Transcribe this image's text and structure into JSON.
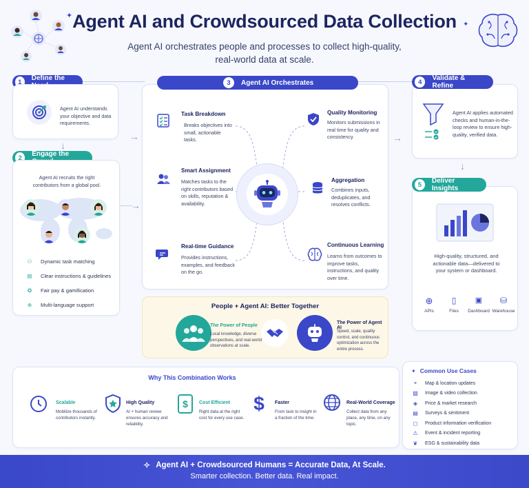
{
  "header": {
    "title": "Agent AI and Crowdsourced Data Collection",
    "subtitle_line1": "Agent AI orchestrates people and processes to collect high-quality,",
    "subtitle_line2": "real-world data at scale."
  },
  "steps": {
    "define": {
      "num": "1",
      "label": "Define the Need",
      "text": "Agent AI understands your objective and data requirements."
    },
    "engage": {
      "num": "2",
      "label": "Engage the Crowd",
      "text": "Agent AI recruits the right contributors from a global pool.",
      "features": [
        "Dynamic task matching",
        "Clear instructions & guidelines",
        "Fair pay & gamification",
        "Multi-language support"
      ]
    },
    "orchestrate": {
      "num": "3",
      "label": "Agent AI Orchestrates",
      "left": [
        {
          "title": "Task Breakdown",
          "text": "Breaks objectives into small, actionable tasks."
        },
        {
          "title": "Smart Assignment",
          "text": "Matches tasks to the right contributors based on skills, reputation & availability."
        },
        {
          "title": "Real-time Guidance",
          "text": "Provides instructions, examples, and feedback on the go."
        }
      ],
      "right": [
        {
          "title": "Quality Monitoring",
          "text": "Monitors submissions in real time for quality and consistency."
        },
        {
          "title": "Aggregation",
          "text": "Combines inputs, deduplicates, and resolves conflicts."
        },
        {
          "title": "Continuous Learning",
          "text": "Learns from outcomes to improve tasks, instructions, and quality over time."
        }
      ]
    },
    "validate": {
      "num": "4",
      "label": "Validate & Refine",
      "text": "Agent AI applies automated checks and human-in-the-loop review to ensure high-quality, verified data."
    },
    "deliver": {
      "num": "5",
      "label": "Deliver Insights",
      "text": "High-quality, structured, and actionable data—delivered to your system or dashboard.",
      "outputs": [
        "APIs",
        "Files",
        "Dashboard",
        "Warehouse"
      ]
    }
  },
  "together": {
    "title": "People + Agent AI: Better Together",
    "people_title": "The Power of People",
    "people_text": "Local knowledge, diverse perspectives, and real-world observations at scale.",
    "ai_title": "The Power of Agent AI",
    "ai_text": "Speed, scale, quality control, and continuous optimization across the entire process."
  },
  "why": {
    "title": "Why This Combination Works",
    "items": [
      {
        "title": "Scalable",
        "text": "Mobilize thousands of contributors instantly.",
        "color": "#23a79a"
      },
      {
        "title": "High Quality",
        "text": "AI + human review ensures accuracy and reliability.",
        "color": "#1c2560"
      },
      {
        "title": "Cost Efficient",
        "text": "Right data at the right cost for every use case.",
        "color": "#23a79a"
      },
      {
        "title": "Faster",
        "text": "From task to insight in a fraction of the time.",
        "color": "#1c2560"
      },
      {
        "title": "Real-World Coverage",
        "text": "Collect data from any place, any time, on any topic.",
        "color": "#1c2560"
      }
    ]
  },
  "use_cases": {
    "title": "Common Use Cases",
    "items": [
      "Map & location updates",
      "Image & video collection",
      "Price & market research",
      "Surveys & sentiment",
      "Product information verification",
      "Event & incident reporting",
      "ESG & sustainability data"
    ]
  },
  "footer": {
    "line1": "Agent AI + Crowdsourced Humans = Accurate Data, At Scale.",
    "line2": "Smarter collection. Better data. Real impact."
  },
  "colors": {
    "primary": "#3a47c8",
    "teal": "#23a79a",
    "navy": "#1c2560"
  }
}
